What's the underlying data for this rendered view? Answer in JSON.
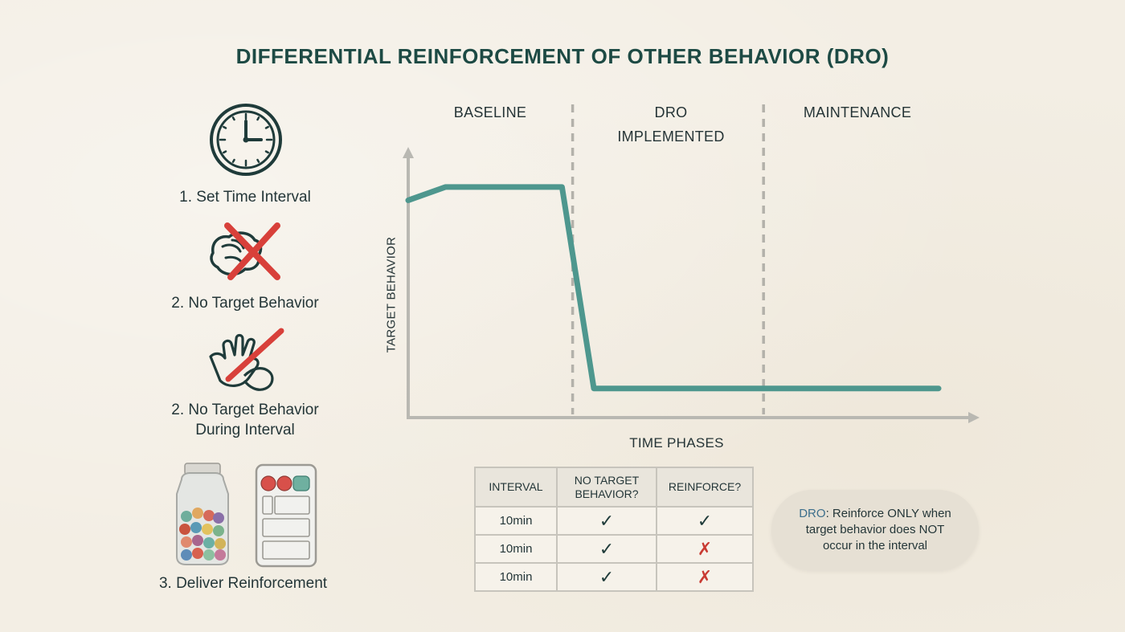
{
  "title": "DIFFERENTIAL REINFORCEMENT OF OTHER BEHAVIOR (DRO)",
  "steps": [
    {
      "label": "1. Set Time Interval",
      "icon": "clock-icon"
    },
    {
      "label": "2. No Target Behavior",
      "icon": "crossed-out-hand-icon"
    },
    {
      "label": "2. No Target Behavior",
      "label2": "During Interval",
      "icon": "crossed-out-clapping-hands-icon"
    },
    {
      "label": "3. Deliver Reinforcement",
      "icon": "token-jar-and-board-icon"
    }
  ],
  "chart_data": {
    "type": "line",
    "title": "",
    "xlabel": "TIME PHASES",
    "ylabel": "TARGET BEHAVIOR",
    "phases": [
      {
        "name": "BASELINE",
        "name2": ""
      },
      {
        "name": "DRO",
        "name2": "IMPLEMENTED"
      },
      {
        "name": "MAINTENANCE",
        "name2": ""
      }
    ],
    "x": [
      0,
      0.07,
      0.29,
      0.35,
      1.0
    ],
    "y": [
      0.82,
      0.87,
      0.87,
      0.11,
      0.11
    ],
    "xlim": [
      0,
      1
    ],
    "ylim": [
      0,
      1
    ],
    "phase_boundaries": [
      0.31,
      0.67
    ],
    "grid": false,
    "line_color": "#4e978e"
  },
  "table": {
    "headers": [
      "INTERVAL",
      "NO TARGET BEHAVIOR?",
      "REINFORCE?"
    ],
    "rows": [
      {
        "interval": "10min",
        "no_target": "✓",
        "reinforce": "✓"
      },
      {
        "interval": "10min",
        "no_target": "✓",
        "reinforce": "✗"
      },
      {
        "interval": "10min",
        "no_target": "✓",
        "reinforce": "✗"
      }
    ]
  },
  "note": {
    "text_prefix": "DRO",
    "text": ": Reinforce ONLY when target behavior does NOT occur in the interval"
  },
  "colors": {
    "title": "#1d4a44",
    "line": "#4e978e",
    "cross": "#d8403a",
    "axis": "#b9b8b2"
  }
}
